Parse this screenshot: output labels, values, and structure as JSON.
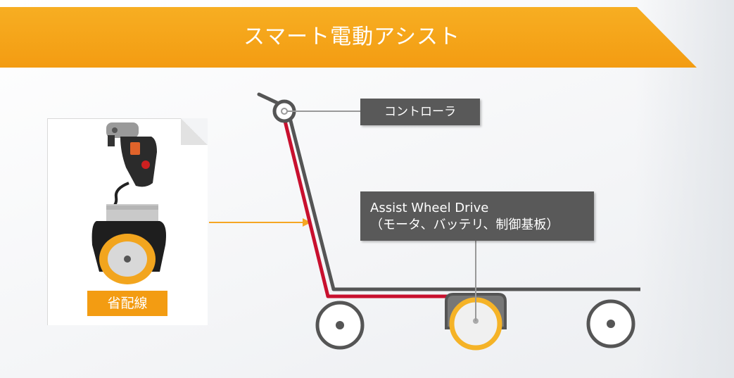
{
  "header": {
    "title": "スマート電動アシスト"
  },
  "product": {
    "tag_label": "省配線"
  },
  "callouts": {
    "controller": "コントローラ",
    "drive_title": "Assist Wheel Drive",
    "drive_subtitle": "（モータ、バッテリ、制御基板）"
  },
  "colors": {
    "banner": "#f39c12",
    "cart_frame": "#555555",
    "wire": "#c8102e",
    "callout_bg": "#595959",
    "arrow": "#f5a623"
  },
  "icons": [
    "controller-handle-icon",
    "assist-wheel-icon",
    "cart-wheel-icon"
  ]
}
